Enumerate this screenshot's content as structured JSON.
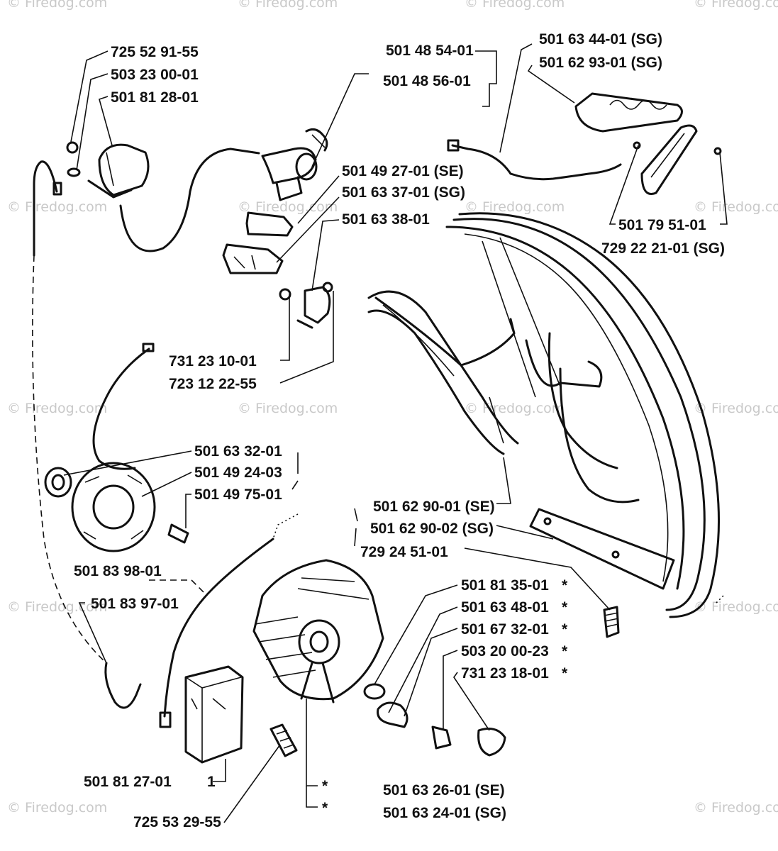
{
  "watermarks": [
    "© Firedog.com",
    "© Firedog.com",
    "© Firedog.com",
    "© Firedog.com",
    "© Firedog.com",
    "© Firedog.com",
    "© Firedog.com",
    "© Firedog.com",
    "© Firedog.com",
    "© Firedog.com",
    "© Firedog.com",
    "© Firedog.com",
    "© Firedog.com",
    "© Firedog.com",
    "© Firedog.com",
    "© Firedog.com"
  ],
  "labels": {
    "p72552915": "725 52 91-55",
    "p50323000": "503 23 00-01",
    "p50181280": "501 81 28-01",
    "p50148540": "501 48 54-01",
    "p50148560": "501 48 56-01",
    "p50163440": "501 63 44-01 (SG)",
    "p50162930": "501 62 93-01  (SG)",
    "p50149270": "501 49 27-01 (SE)",
    "p50163370": "501 63 37-01 (SG)",
    "p50163380": "501 63 38-01",
    "p50179510": "501 79 51-01",
    "p72922210": "729 22 21-01 (SG)",
    "p73123100": "731 23 10-01",
    "p72312225": "723 12 22-55",
    "p50163320": "501 63 32-01",
    "p50149240": "501 49 24-03",
    "p50149750": "501 49 75-01",
    "p50162901": "501 62 90-01 (SE)",
    "p50162902": "501 62 90-02 (SG)",
    "p72924510": "729 24 51-01",
    "p50183980": "501 83 98-01",
    "p50183970": "501 83 97-01",
    "p50181350": "501 81 35-01",
    "p50163480": "501 63 48-01",
    "p50167320": "501 67 32-01",
    "p50320002": "503 20 00-23",
    "p73123180": "731 23 18-01",
    "p50181270": "501 81 27-01",
    "qty1": "1",
    "p72553295": "725 53 29-55",
    "p50163260": "501 63 26-01 (SE)",
    "p50163240": "501 63 24-01 (SG)"
  },
  "marks": {
    "star1": "*",
    "star2": "*",
    "star3": "*",
    "star4": "*",
    "star5": "*",
    "star6": "*",
    "star7": "*"
  }
}
